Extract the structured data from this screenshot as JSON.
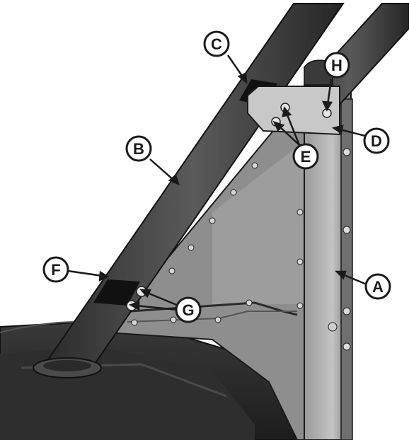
{
  "figure": {
    "callouts": [
      {
        "id": "A",
        "label": "A"
      },
      {
        "id": "B",
        "label": "B"
      },
      {
        "id": "C",
        "label": "C"
      },
      {
        "id": "D",
        "label": "D"
      },
      {
        "id": "E",
        "label": "E"
      },
      {
        "id": "F",
        "label": "F"
      },
      {
        "id": "G",
        "label": "G"
      },
      {
        "id": "H",
        "label": "H"
      }
    ]
  },
  "colors": {
    "background": "#ffffff",
    "tube": "#3a3a3a",
    "tube_highlight": "#5c5c5c",
    "panel": "#8c8c8c",
    "panel_light": "#a9a9a9",
    "post": "#b5b5b5",
    "clamp": "#111111",
    "fender": "#2a2a2a",
    "outline": "#1a1a1a"
  }
}
